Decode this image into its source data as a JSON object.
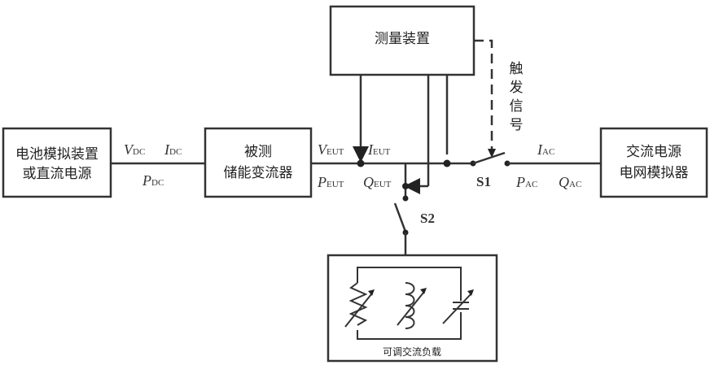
{
  "blocks": {
    "battery": {
      "line1": "电池模拟装置",
      "line2": "或直流电源"
    },
    "eut": {
      "line1": "被测",
      "line2": "储能变流器"
    },
    "measure": {
      "label": "测量装置"
    },
    "grid": {
      "line1": "交流电源",
      "line2": "电网模拟器"
    },
    "load": {
      "label": "可调交流负载"
    }
  },
  "trigger_signal": [
    "触",
    "发",
    "信",
    "号"
  ],
  "variables": {
    "dc": {
      "v": {
        "main": "V",
        "sub": "DC"
      },
      "i": {
        "main": "I",
        "sub": "DC"
      },
      "p": {
        "main": "P",
        "sub": "DC"
      }
    },
    "eut": {
      "v": {
        "main": "V",
        "sub": "EUT"
      },
      "i": {
        "main": "I",
        "sub": "EUT"
      },
      "p": {
        "main": "P",
        "sub": "EUT"
      },
      "q": {
        "main": "Q",
        "sub": "EUT"
      }
    },
    "ac": {
      "i": {
        "main": "I",
        "sub": "AC"
      },
      "p": {
        "main": "P",
        "sub": "AC"
      },
      "q": {
        "main": "Q",
        "sub": "AC"
      }
    }
  },
  "switches": {
    "s1": "S1",
    "s2": "S2"
  },
  "load_components": [
    "variable-resistor",
    "variable-inductor",
    "variable-capacitor"
  ]
}
